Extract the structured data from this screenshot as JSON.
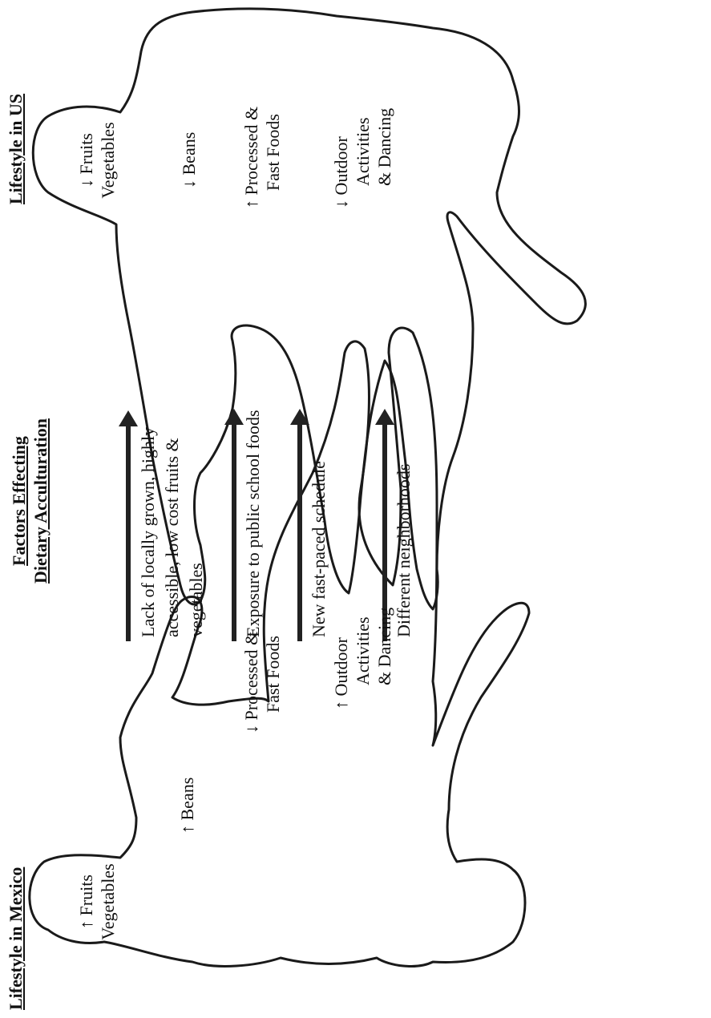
{
  "panels": {
    "left": {
      "title": "Lifestyle in Mexico",
      "head": {
        "arrow": "↑",
        "line1": "Fruits",
        "line2": "Vegetables"
      },
      "chest": {
        "arrow": "↑",
        "text": "Beans"
      },
      "abdomen": {
        "arrow": "↓",
        "line1": "Processed &",
        "line2": "Fast Foods"
      },
      "legs": {
        "arrow": "↑",
        "line1": "Outdoor",
        "line2": "Activities",
        "line3": "& Dancing"
      }
    },
    "right": {
      "title": "Lifestyle in US",
      "head": {
        "arrow": "↓",
        "line1": "Fruits",
        "line2": "Vegetables"
      },
      "chest": {
        "arrow": "↓",
        "text": "Beans"
      },
      "abdomen": {
        "arrow": "↑",
        "line1": "Processed &",
        "line2": "Fast Foods"
      },
      "legs": {
        "arrow": "↓",
        "line1": "Outdoor",
        "line2": "Activities",
        "line3": "& Dancing"
      }
    }
  },
  "factors": {
    "title_line1": "Factors Effecting",
    "title_line2": "Dietary Acculturation",
    "items": [
      {
        "line1": "Lack of locally grown, highly",
        "line2": "accessible, low cost fruits &",
        "line3": "vegetables"
      },
      {
        "line1": "Exposure to public school foods"
      },
      {
        "line1": "New fast-paced schedule"
      },
      {
        "line1": "Different neighborhoods"
      }
    ]
  }
}
